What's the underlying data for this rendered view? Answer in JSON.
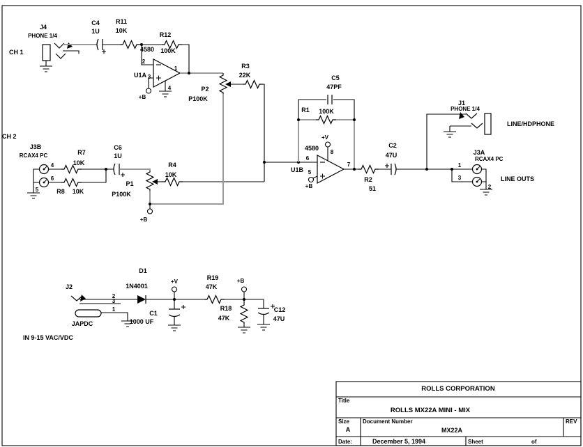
{
  "colors": {
    "wire": "#000000",
    "bus": "#9a9a9a",
    "background": "#ffffff"
  },
  "ch1": {
    "label": "CH 1",
    "j4": {
      "ref": "J4",
      "type": "PHONE 1/4"
    },
    "c4": {
      "ref": "C4",
      "value": "1U"
    },
    "r11": {
      "ref": "R11",
      "value": "10K"
    },
    "r12": {
      "ref": "R12",
      "value": "100K"
    },
    "u1a": {
      "ref": "U1A",
      "part": "4580",
      "pin_in_neg": "2",
      "pin_in_pos": "3",
      "pin_out": "1",
      "pin_gnd": "4",
      "bias": "+B"
    },
    "p2": {
      "ref": "P2",
      "value": "P100K"
    },
    "r3": {
      "ref": "R3",
      "value": "22K"
    }
  },
  "ch2": {
    "label": "CH 2",
    "j3b": {
      "ref": "J3B",
      "type": "RCAX4 PC",
      "pin_a": "4",
      "pin_b": "6",
      "pin_gnd": "5"
    },
    "r7": {
      "ref": "R7",
      "value": "10K"
    },
    "r8": {
      "ref": "R8",
      "value": "10K"
    },
    "c6": {
      "ref": "C6",
      "value": "1U"
    },
    "p1": {
      "ref": "P1",
      "value": "P100K"
    },
    "r4": {
      "ref": "R4",
      "value": "10K"
    },
    "bias": "+B"
  },
  "mixer": {
    "c5": {
      "ref": "C5",
      "value": "47PF"
    },
    "r1": {
      "ref": "R1",
      "value": "100K"
    },
    "u1b": {
      "ref": "U1B",
      "part": "4580",
      "supply": "+V",
      "pin_supply": "8",
      "pin_in_neg": "6",
      "pin_in_pos": "5",
      "pin_out": "7",
      "bias": "+B"
    },
    "r2": {
      "ref": "R2",
      "value": "51"
    },
    "c2": {
      "ref": "C2",
      "value": "47U"
    }
  },
  "outputs": {
    "j1": {
      "ref": "J1",
      "type": "PHONE 1/4",
      "note": "LINE/HDPHONE"
    },
    "j3a": {
      "ref": "J3A",
      "type": "RCAX4 PC",
      "pin_a": "1",
      "pin_b": "3",
      "pin_gnd": "2",
      "note": "LINE OUTS"
    }
  },
  "power": {
    "j2": {
      "ref": "J2",
      "type": "JAPDC",
      "pin_a": "2",
      "pin_b": "3",
      "pin_c": "1"
    },
    "input_note": "IN 9-15 VAC/VDC",
    "d1": {
      "ref": "D1",
      "value": "1N4001"
    },
    "c1": {
      "ref": "C1",
      "value": "1000 UF"
    },
    "vplus": "+V",
    "r19": {
      "ref": "R19",
      "value": "47K"
    },
    "r18": {
      "ref": "R18",
      "value": "47K"
    },
    "bias": "+B",
    "c12": {
      "ref": "C12",
      "value": "47U"
    }
  },
  "titleblock": {
    "company": "ROLLS CORPORATION",
    "title_label": "Title",
    "title": "ROLLS MX22A MINI - MIX",
    "size_label": "Size",
    "size": "A",
    "doc_label": "Document Number",
    "doc_number": "MX22A",
    "rev_label": "REV",
    "date_label": "Date:",
    "date": "December 5, 1994",
    "sheet_label": "Sheet",
    "of_label": "of"
  }
}
